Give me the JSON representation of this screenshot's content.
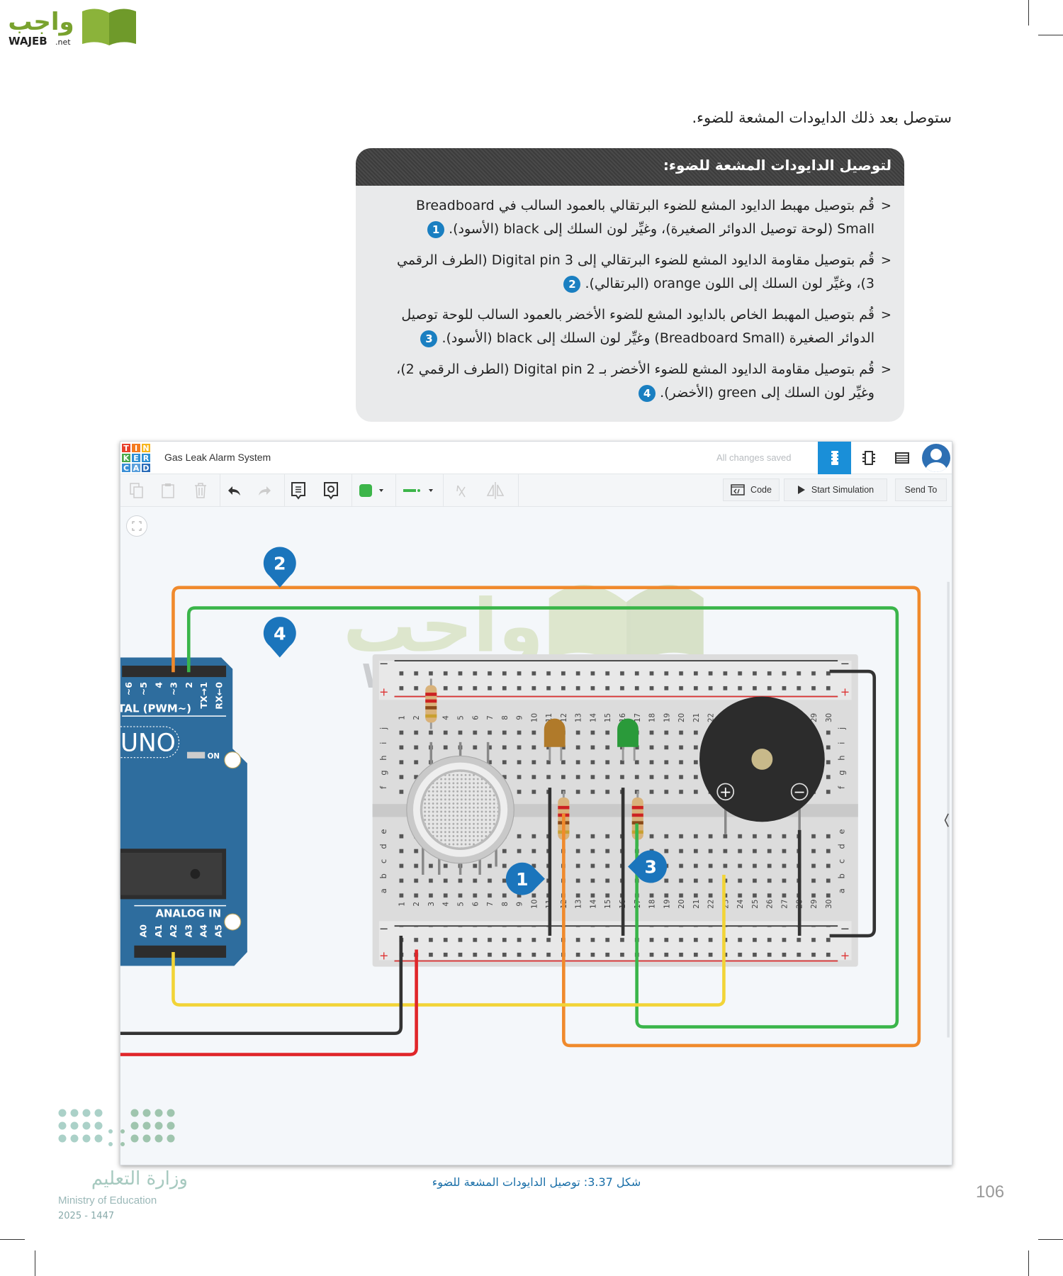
{
  "brand": {
    "name": "واجب",
    "sub": "WAJEB.net"
  },
  "intro": "ستوصل بعد ذلك الدايودات المشعة للضوء.",
  "box": {
    "title": "لتوصيل الدايودات المشعة للضوء:",
    "steps": [
      {
        "marker": "<",
        "text": "قُم بتوصيل مهبط الدايود المشع للضوء البرتقالي بالعمود السالب في Breadboard Small (لوحة توصيل الدوائر الصغيرة)، وغيِّر لون السلك إلى black (الأسود).",
        "num": "1"
      },
      {
        "marker": "<",
        "text": "قُم بتوصيل مقاومة الدايود المشع للضوء البرتقالي إلى Digital pin 3 (الطرف الرقمي 3)، وغيِّر لون السلك إلى اللون orange (البرتقالي).",
        "num": "2"
      },
      {
        "marker": "<",
        "text": "قُم بتوصيل المهبط الخاص بالدايود المشع للضوء الأخضر بالعمود السالب للوحة توصيل الدوائر الصغيرة (Breadboard Small) وغيِّر لون السلك إلى black (الأسود).",
        "num": "3"
      },
      {
        "marker": "<",
        "text": "قُم بتوصيل مقاومة الدايود المشع للضوء الأخضر بـ Digital pin 2 (الطرف الرقمي 2)، وغيِّر لون السلك إلى green (الأخضر).",
        "num": "4"
      }
    ]
  },
  "app": {
    "logo_letters": [
      "T",
      "I",
      "N",
      "K",
      "E",
      "R",
      "C",
      "A",
      "D"
    ],
    "logo_colors": [
      "#e8412c",
      "#f47b20",
      "#f7b51c",
      "#4aa84b",
      "#2e8fd3",
      "#2e8fd3",
      "#3a8fd6",
      "#5aa0dc",
      "#2a6cb8"
    ],
    "title": "Gas Leak Alarm System",
    "save_status": "All changes saved",
    "views": [
      "circuit-view",
      "schematic-view",
      "component-list"
    ],
    "active_view": "circuit-view",
    "accent": "#1a8fd8",
    "toolbar": {
      "code": "Code",
      "start_simulation": "Start Simulation",
      "send_to": "Send To",
      "color": "#3cb54a"
    }
  },
  "circuit": {
    "arduino": {
      "digital_labels": [
        "~6",
        "~5",
        "4",
        "~3",
        "2",
        "TX→1",
        "RX←0"
      ],
      "section": "TAL (PWM~)",
      "model": "UNO",
      "power": "ON",
      "analog_section": "ANALOG IN",
      "analog_labels": [
        "A0",
        "A1",
        "A2",
        "A3",
        "A4",
        "A5"
      ],
      "color": "#2e6d9e"
    },
    "breadboard": {
      "columns": 30,
      "rows_top": [
        "j",
        "i",
        "h",
        "g",
        "f"
      ],
      "rows_bottom": [
        "e",
        "d",
        "c",
        "b",
        "a"
      ],
      "rail_plus": "+",
      "rail_minus": "−"
    },
    "wire_colors": {
      "orange": "#f08a2c",
      "green": "#3ab54a",
      "yellow": "#f2d437",
      "black": "#333333",
      "red": "#e0262a"
    },
    "callouts": [
      "1",
      "2",
      "3",
      "4"
    ],
    "callout_color": "#1b75bc",
    "buzzer": {
      "plus": "+",
      "minus": "−"
    }
  },
  "caption": "شكل 3.37: توصيل الدايودات المشعة للضوء",
  "page_number": "106",
  "ministry": {
    "ar": "وزارة التعليم",
    "en": "Ministry of Education",
    "year": "2025 - 1447"
  }
}
